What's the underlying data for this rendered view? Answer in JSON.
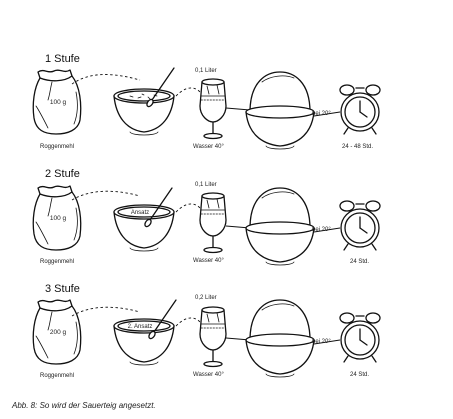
{
  "stages": [
    {
      "title": "1 Stufe",
      "bag_weight": "100 g",
      "bag_label": "Roggenmehl",
      "bowl_label": "",
      "water_amount": "0,1 Liter",
      "water_label": "Wasser 40°",
      "temp_label": "bei 20°",
      "time_label": "24 - 48 Std."
    },
    {
      "title": "2 Stufe",
      "bag_weight": "100 g",
      "bag_label": "Roggenmehl",
      "bowl_label": "Ansatz",
      "water_amount": "0,1 Liter",
      "water_label": "Wasser 40°",
      "temp_label": "bei 20°",
      "time_label": "24 Std."
    },
    {
      "title": "3 Stufe",
      "bag_weight": "200 g",
      "bag_label": "Roggenmehl",
      "bowl_label": "2. Ansatz",
      "water_amount": "0,2 Liter",
      "water_label": "Wasser 40°",
      "temp_label": "bei 20°",
      "time_label": "24 Std."
    }
  ],
  "caption": "Abb. 8: So wird der Sauerteig angesetzt."
}
